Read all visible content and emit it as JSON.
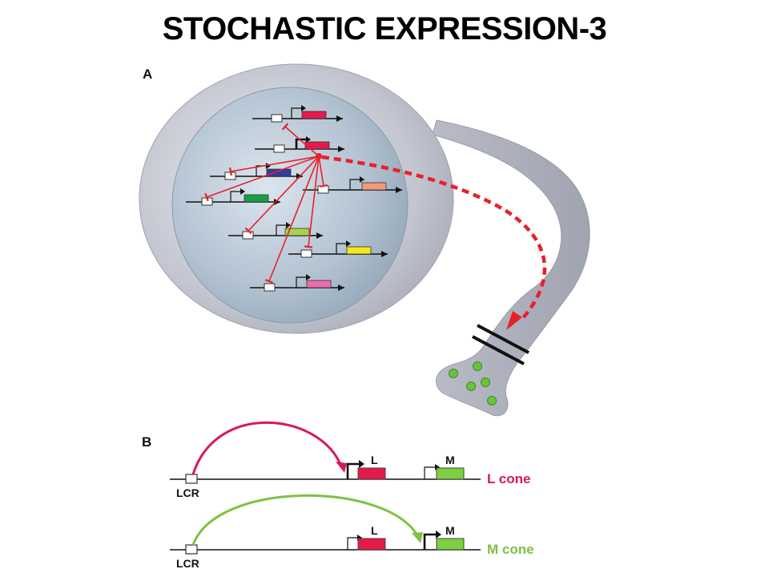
{
  "slide": {
    "title": "STOCHASTIC EXPRESSION-3"
  },
  "panel_a": {
    "label": "A",
    "gene_colors": [
      "#e6194b",
      "#e6194b",
      "#2f3c9a",
      "#16a046",
      "#f39a7a",
      "#a9d24a",
      "#f4ea1a",
      "#f06bb2"
    ],
    "signal_color": "#e8202a",
    "vesicle_color": "#6cc23a"
  },
  "panel_b": {
    "label": "B",
    "rows": [
      {
        "locus_label": "LCR",
        "gene1_label": "L",
        "gene2_label": "M",
        "cell_label": "L cone",
        "color": "#d8185c"
      },
      {
        "locus_label": "LCR",
        "gene1_label": "L",
        "gene2_label": "M",
        "cell_label": "M cone",
        "color": "#7dc243"
      }
    ],
    "l_gene_color": "#e6194b",
    "m_gene_color": "#7ccf3e"
  }
}
